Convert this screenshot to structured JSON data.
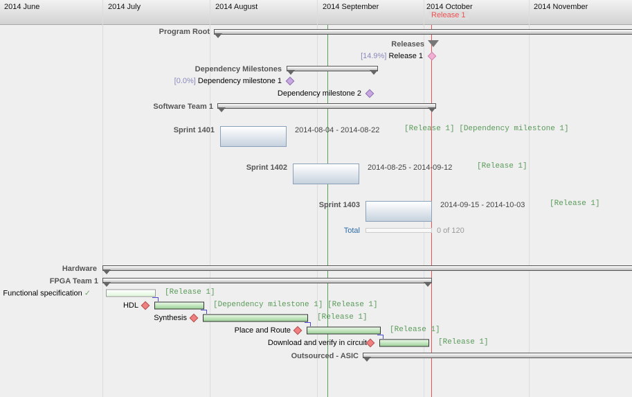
{
  "timeline": {
    "months": [
      "2014 June",
      "2014 July",
      "2014 August",
      "2014 September",
      "2014 October",
      "2014 November"
    ],
    "marker_label": "Release 1"
  },
  "colors": {
    "today_line": "#5aa05a",
    "release_line": "#f05050"
  },
  "rows": {
    "program_root": "Program Root",
    "releases": "Releases",
    "release1": "Release 1",
    "release1_pct": "[14.9%]",
    "dep_milestones": "Dependency Milestones",
    "dm1": "Dependency milestone 1",
    "dm1_pct": "[0.0%]",
    "dm2": "Dependency milestone 2",
    "sw_team": "Software Team 1",
    "sprints": [
      {
        "name": "Sprint 1401",
        "dates": "2014-08-04 - 2014-08-22",
        "tags": "[Release 1] [Dependency milestone 1]"
      },
      {
        "name": "Sprint 1402",
        "dates": "2014-08-25 - 2014-09-12",
        "tags": "[Release 1]"
      },
      {
        "name": "Sprint 1403",
        "dates": "2014-09-15 - 2014-10-03",
        "tags": "[Release 1]"
      }
    ],
    "total_label": "Total",
    "total_value": "0 of 120",
    "hardware": "Hardware",
    "fpga": "FPGA Team 1",
    "tasks": [
      {
        "name": "Functional specification",
        "tags": "[Release 1]"
      },
      {
        "name": "HDL",
        "tags": "[Dependency milestone 1] [Release 1]"
      },
      {
        "name": "Synthesis",
        "tags": "[Release 1]"
      },
      {
        "name": "Place and Route",
        "tags": "[Release 1]"
      },
      {
        "name": "Download and verify in circuit",
        "tags": "[Release 1]"
      }
    ],
    "asic": "Outsourced - ASIC"
  }
}
